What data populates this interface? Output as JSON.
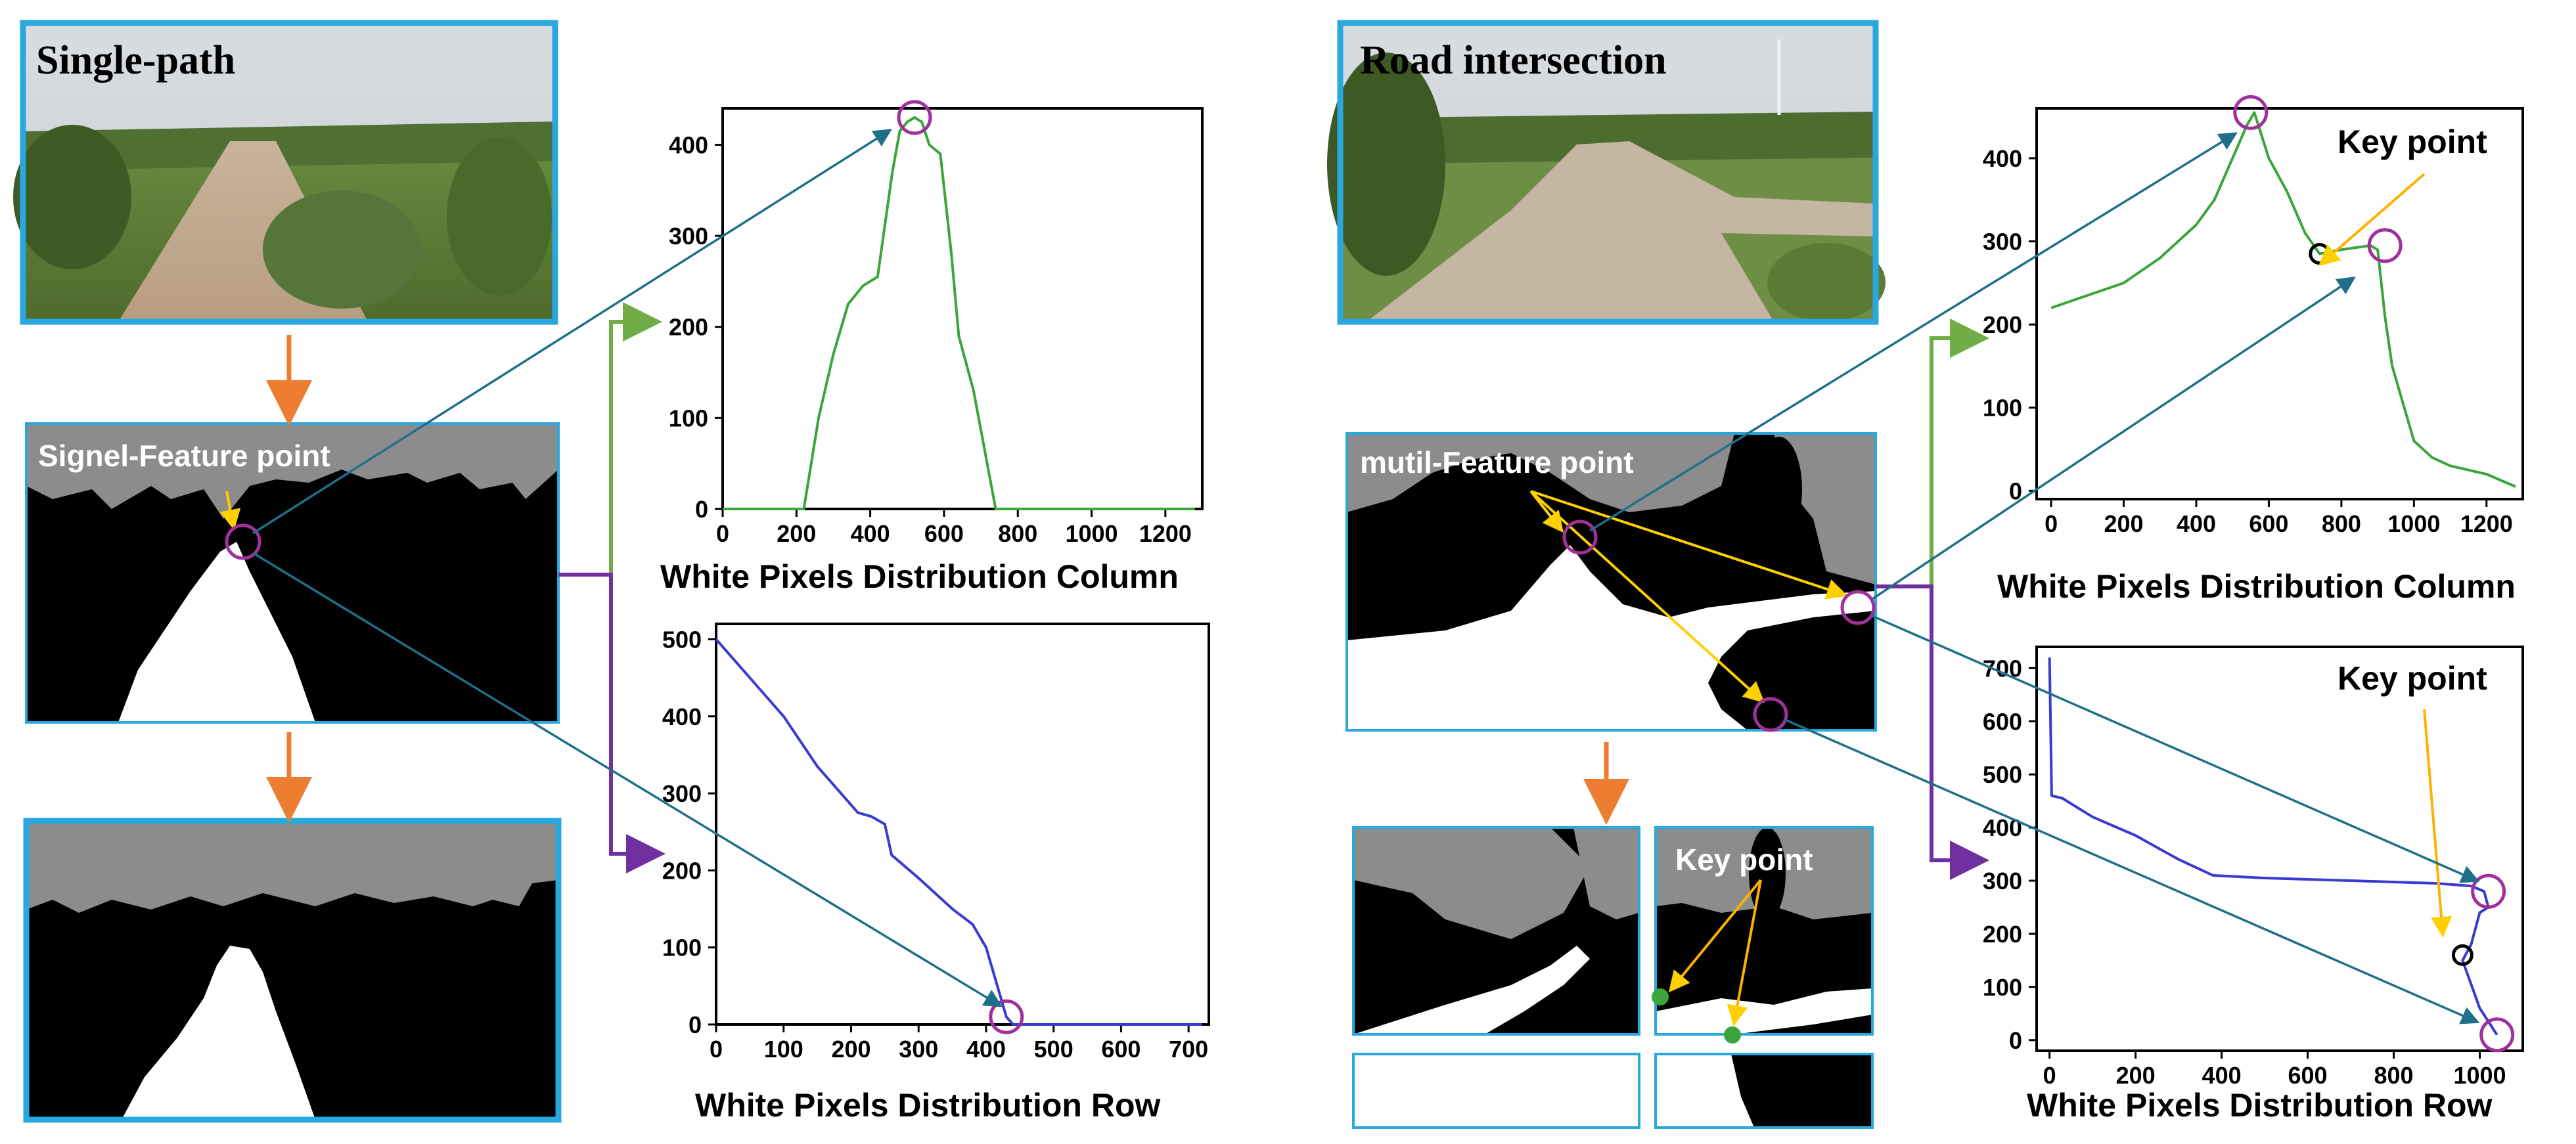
{
  "left": {
    "title": "Single-path",
    "mask_label": "Signel-Feature point",
    "chart_col": {
      "xlabel": "White Pixels Distribution Column",
      "xticks": [
        "0",
        "200",
        "400",
        "600",
        "800",
        "1000",
        "1200"
      ],
      "yticks": [
        "0",
        "100",
        "200",
        "300",
        "400"
      ]
    },
    "chart_row": {
      "xlabel": "White Pixels Distribution Row",
      "xticks": [
        "0",
        "100",
        "200",
        "300",
        "400",
        "500",
        "600",
        "700"
      ],
      "yticks": [
        "0",
        "100",
        "200",
        "300",
        "400",
        "500"
      ]
    }
  },
  "right": {
    "title": "Road intersection",
    "mask_label": "mutil-Feature point",
    "keypoint_small": "Key point",
    "chart_col": {
      "xlabel": "White Pixels Distribution Column",
      "xticks": [
        "0",
        "200",
        "400",
        "600",
        "800",
        "1000",
        "1200"
      ],
      "yticks": [
        "0",
        "100",
        "200",
        "300",
        "400"
      ],
      "annotation": "Key point"
    },
    "chart_row": {
      "xlabel": "White Pixels Distribution Row",
      "xticks": [
        "0",
        "200",
        "400",
        "600",
        "800",
        "1000"
      ],
      "yticks": [
        "0",
        "100",
        "200",
        "300",
        "400",
        "500",
        "600",
        "700"
      ],
      "annotation": "Key point"
    }
  },
  "colors": {
    "frame_blue": "#29a8df",
    "arrow_orange": "#ed7d31",
    "arrow_green": "#70ad47",
    "arrow_purple": "#7030a0",
    "arrow_teal": "#1f6f8b",
    "arrow_yellow": "#ffd000",
    "line_green": "#3aa53a",
    "line_blue": "#3a3ad0",
    "circle_purple": "#a0309a",
    "mask_gray": "#8c8c8c"
  },
  "chart_data": [
    {
      "type": "line",
      "xlabel": "White Pixels Distribution Column",
      "xlim": [
        0,
        1300
      ],
      "ylim": [
        0,
        440
      ],
      "x": [
        0,
        200,
        220,
        260,
        300,
        340,
        380,
        420,
        460,
        480,
        500,
        520,
        540,
        560,
        590,
        620,
        640,
        680,
        740,
        800,
        1000,
        1200,
        1280
      ],
      "y": [
        0,
        0,
        0,
        100,
        170,
        225,
        245,
        255,
        370,
        415,
        425,
        430,
        425,
        400,
        390,
        280,
        190,
        130,
        0,
        0,
        0,
        0,
        0
      ]
    },
    {
      "type": "line",
      "xlabel": "White Pixels Distribution Row",
      "xlim": [
        0,
        730
      ],
      "ylim": [
        0,
        520
      ],
      "x": [
        0,
        50,
        100,
        150,
        190,
        210,
        230,
        250,
        260,
        300,
        350,
        380,
        400,
        420,
        430,
        440,
        500,
        600,
        720
      ],
      "y": [
        500,
        450,
        400,
        335,
        295,
        275,
        270,
        260,
        220,
        190,
        150,
        130,
        100,
        40,
        10,
        0,
        0,
        0,
        0
      ]
    },
    {
      "type": "line",
      "xlabel": "White Pixels Distribution Column",
      "xlim": [
        -40,
        1300
      ],
      "ylim": [
        -10,
        460
      ],
      "x": [
        0,
        100,
        200,
        300,
        400,
        450,
        500,
        540,
        560,
        600,
        650,
        700,
        740,
        800,
        880,
        900,
        920,
        940,
        1000,
        1050,
        1100,
        1200,
        1280
      ],
      "y": [
        220,
        235,
        250,
        280,
        320,
        350,
        400,
        440,
        455,
        400,
        360,
        310,
        285,
        290,
        295,
        290,
        210,
        150,
        60,
        40,
        30,
        20,
        5
      ]
    },
    {
      "type": "line",
      "xlabel": "White Pixels Distribution Row",
      "xlim": [
        -30,
        1100
      ],
      "ylim": [
        -20,
        740
      ],
      "x": [
        0,
        5,
        30,
        60,
        100,
        200,
        300,
        380,
        500,
        700,
        900,
        980,
        1010,
        1020,
        1000,
        980,
        960,
        1000,
        1040
      ],
      "y": [
        720,
        460,
        455,
        440,
        420,
        385,
        340,
        310,
        305,
        300,
        295,
        290,
        280,
        250,
        240,
        180,
        150,
        60,
        10
      ]
    }
  ]
}
